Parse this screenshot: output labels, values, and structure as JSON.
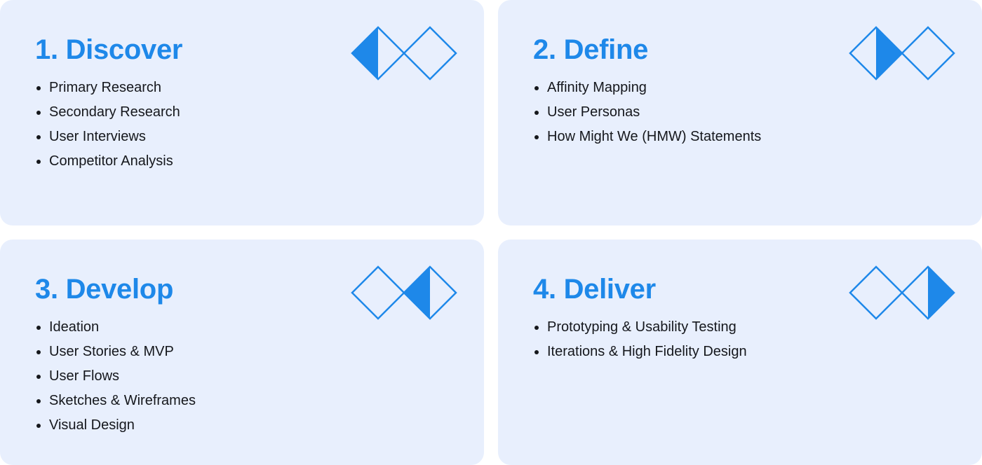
{
  "colors": {
    "card_bg": "#e8effd",
    "accent": "#1e88e9",
    "text": "#15171c"
  },
  "cards": [
    {
      "title": "1. Discover",
      "icon": "double-diamond-discover-icon",
      "filled_half": "left-of-first",
      "items": [
        "Primary Research",
        "Secondary Research",
        "User Interviews",
        "Competitor Analysis"
      ]
    },
    {
      "title": "2. Define",
      "icon": "double-diamond-define-icon",
      "filled_half": "right-of-first",
      "items": [
        "Affinity Mapping",
        "User Personas",
        "How Might We (HMW) Statements"
      ]
    },
    {
      "title": "3. Develop",
      "icon": "double-diamond-develop-icon",
      "filled_half": "left-of-second",
      "items": [
        "Ideation",
        "User Stories & MVP",
        "User Flows",
        "Sketches & Wireframes",
        "Visual Design"
      ]
    },
    {
      "title": "4. Deliver",
      "icon": "double-diamond-deliver-icon",
      "filled_half": "right-of-second",
      "items": [
        "Prototyping & Usability Testing",
        "Iterations & High Fidelity Design"
      ]
    }
  ]
}
